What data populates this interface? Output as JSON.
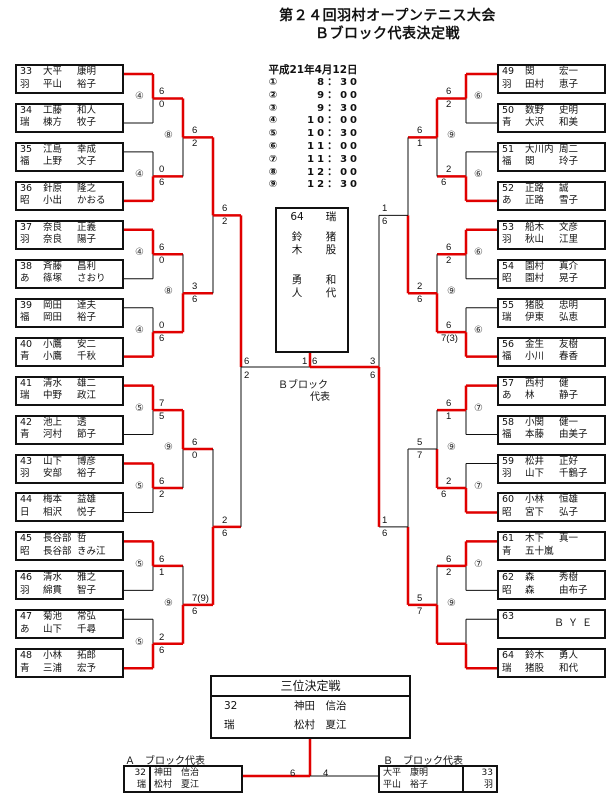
{
  "title": {
    "line1": "第２４回羽村オープンテニス大会",
    "line2": "Ｂブロック代表決定戦"
  },
  "schedule": {
    "date": "平成21年4月12日",
    "rounds": [
      {
        "no": "①",
        "time": "8：30"
      },
      {
        "no": "②",
        "time": "9：00"
      },
      {
        "no": "③",
        "time": "9：30"
      },
      {
        "no": "④",
        "time": "10：00"
      },
      {
        "no": "⑤",
        "time": "10：30"
      },
      {
        "no": "⑥",
        "time": "11：00"
      },
      {
        "no": "⑦",
        "time": "11：30"
      },
      {
        "no": "⑧",
        "time": "12：00"
      },
      {
        "no": "⑨",
        "time": "12：30"
      }
    ]
  },
  "left_players": [
    {
      "seed": "33",
      "club": "羽",
      "p1_last": "大平",
      "p1_first": "康明",
      "p2_last": "平山",
      "p2_first": "裕子"
    },
    {
      "seed": "34",
      "club": "瑞",
      "p1_last": "工藤",
      "p1_first": "和人",
      "p2_last": "棟方",
      "p2_first": "牧子"
    },
    {
      "seed": "35",
      "club": "福",
      "p1_last": "江島",
      "p1_first": "幸成",
      "p2_last": "上野",
      "p2_first": "文子"
    },
    {
      "seed": "36",
      "club": "昭",
      "p1_last": "針原",
      "p1_first": "隆之",
      "p2_last": "小出",
      "p2_first": "かおる"
    },
    {
      "seed": "37",
      "club": "羽",
      "p1_last": "奈良",
      "p1_first": "正義",
      "p2_last": "奈良",
      "p2_first": "陽子"
    },
    {
      "seed": "38",
      "club": "あ",
      "p1_last": "斉藤",
      "p1_first": "昌利",
      "p2_last": "篠塚",
      "p2_first": "さおり"
    },
    {
      "seed": "39",
      "club": "福",
      "p1_last": "岡田",
      "p1_first": "達夫",
      "p2_last": "岡田",
      "p2_first": "裕子"
    },
    {
      "seed": "40",
      "club": "青",
      "p1_last": "小鷹",
      "p1_first": "安二",
      "p2_last": "小鷹",
      "p2_first": "千秋"
    },
    {
      "seed": "41",
      "club": "瑞",
      "p1_last": "清水",
      "p1_first": "雄二",
      "p2_last": "中野",
      "p2_first": "政江"
    },
    {
      "seed": "42",
      "club": "青",
      "p1_last": "池上",
      "p1_first": "透",
      "p2_last": "河村",
      "p2_first": "節子"
    },
    {
      "seed": "43",
      "club": "羽",
      "p1_last": "山下",
      "p1_first": "博彦",
      "p2_last": "安部",
      "p2_first": "裕子"
    },
    {
      "seed": "44",
      "club": "日",
      "p1_last": "梅本",
      "p1_first": "益雄",
      "p2_last": "相沢",
      "p2_first": "悦子"
    },
    {
      "seed": "45",
      "club": "昭",
      "p1_last": "長谷部",
      "p1_first": "哲",
      "p2_last": "長谷部",
      "p2_first": "きみ江"
    },
    {
      "seed": "46",
      "club": "羽",
      "p1_last": "清水",
      "p1_first": "雅之",
      "p2_last": "綿貫",
      "p2_first": "智子"
    },
    {
      "seed": "47",
      "club": "あ",
      "p1_last": "菊池",
      "p1_first": "常弘",
      "p2_last": "山下",
      "p2_first": "千尋"
    },
    {
      "seed": "48",
      "club": "青",
      "p1_last": "小林",
      "p1_first": "拓郎",
      "p2_last": "三浦",
      "p2_first": "宏予"
    }
  ],
  "right_players": [
    {
      "seed": "49",
      "club": "羽",
      "p1_last": "関",
      "p1_first": "宏一",
      "p2_last": "田村",
      "p2_first": "恵子"
    },
    {
      "seed": "50",
      "club": "青",
      "p1_last": "数野",
      "p1_first": "史明",
      "p2_last": "大沢",
      "p2_first": "和美"
    },
    {
      "seed": "51",
      "club": "福",
      "p1_last": "大川内",
      "p1_first": "周二",
      "p2_last": "関",
      "p2_first": "玲子"
    },
    {
      "seed": "52",
      "club": "あ",
      "p1_last": "正路",
      "p1_first": "誠",
      "p2_last": "正路",
      "p2_first": "雪子"
    },
    {
      "seed": "53",
      "club": "羽",
      "p1_last": "船木",
      "p1_first": "文彦",
      "p2_last": "秋山",
      "p2_first": "江里"
    },
    {
      "seed": "54",
      "club": "昭",
      "p1_last": "園村",
      "p1_first": "真介",
      "p2_last": "園村",
      "p2_first": "晃子"
    },
    {
      "seed": "55",
      "club": "瑞",
      "p1_last": "猪股",
      "p1_first": "忠明",
      "p2_last": "伊東",
      "p2_first": "弘恵"
    },
    {
      "seed": "56",
      "club": "福",
      "p1_last": "金生",
      "p1_first": "友樹",
      "p2_last": "小川",
      "p2_first": "春香"
    },
    {
      "seed": "57",
      "club": "あ",
      "p1_last": "西村",
      "p1_first": "健",
      "p2_last": "林",
      "p2_first": "静子"
    },
    {
      "seed": "58",
      "club": "福",
      "p1_last": "小関",
      "p1_first": "健一",
      "p2_last": "本藤",
      "p2_first": "由美子"
    },
    {
      "seed": "59",
      "club": "羽",
      "p1_last": "松井",
      "p1_first": "正好",
      "p2_last": "山下",
      "p2_first": "千鶴子"
    },
    {
      "seed": "60",
      "club": "昭",
      "p1_last": "小林",
      "p1_first": "恒雄",
      "p2_last": "宮下",
      "p2_first": "弘子"
    },
    {
      "seed": "61",
      "club": "青",
      "p1_last": "木下",
      "p1_first": "真一",
      "p2_last": "五十嵐",
      "p2_first": ""
    },
    {
      "seed": "62",
      "club": "昭",
      "p1_last": "森",
      "p1_first": "秀樹",
      "p2_last": "森",
      "p2_first": "由布子"
    },
    {
      "seed": "63",
      "club": "",
      "p1_last": "",
      "p1_first": "",
      "p2_last": "",
      "p2_first": "",
      "bye": "ＢＹＥ"
    },
    {
      "seed": "64",
      "club": "瑞",
      "p1_last": "鈴木",
      "p1_first": "勇人",
      "p2_last": "猪股",
      "p2_first": "和代"
    }
  ],
  "round_markers": {
    "left_r1": [
      "④",
      "④",
      "④",
      "④",
      "⑤",
      "⑤",
      "⑤",
      "⑤"
    ],
    "left_r2": [
      "⑧",
      "⑧",
      "⑨",
      "⑨"
    ],
    "right_r1": [
      "⑥",
      "⑥",
      "⑥",
      "⑥",
      "⑦",
      "⑦",
      "⑦",
      ""
    ],
    "right_r2": [
      "⑨",
      "⑨",
      "⑨",
      "⑨"
    ]
  },
  "scores": {
    "left_r1": [
      [
        "6",
        "0"
      ],
      [
        "0",
        "6"
      ],
      [
        "6",
        "0"
      ],
      [
        "0",
        "6"
      ],
      [
        "7",
        "5"
      ],
      [
        "6",
        "2"
      ],
      [
        "6",
        "1"
      ],
      [
        "2",
        "6"
      ]
    ],
    "left_r2": [
      [
        "6",
        "2"
      ],
      [
        "3",
        "6"
      ],
      [
        "6",
        "0"
      ],
      [
        "7(9)",
        "6"
      ]
    ],
    "left_r3": [
      [
        "6",
        "2"
      ],
      [
        "2",
        "6"
      ]
    ],
    "right_r1": [
      [
        "6",
        "2"
      ],
      [
        "2",
        "6"
      ],
      [
        "6",
        "2"
      ],
      [
        "6",
        "7(3)"
      ],
      [
        "6",
        "1"
      ],
      [
        "2",
        "6"
      ],
      [
        "6",
        "2"
      ],
      [
        "",
        ""
      ]
    ],
    "right_r2": [
      [
        "6",
        "1"
      ],
      [
        "2",
        "6"
      ],
      [
        "5",
        "7"
      ],
      [
        "5",
        "7"
      ]
    ],
    "right_r3": [
      [
        "1",
        "6"
      ],
      [
        "1",
        "6"
      ]
    ],
    "semi_left": [
      "6",
      "2"
    ],
    "semi_right": [
      "3",
      "6"
    ],
    "final": [
      "1",
      "6"
    ]
  },
  "winner": {
    "seed": "64",
    "club": "瑞",
    "p1_last": "鈴木",
    "p1_first": "勇人",
    "p2_last": "猪股",
    "p2_first": "和代"
  },
  "block_label": {
    "line1": "Ｂブロック",
    "line2": "代表"
  },
  "third_place": {
    "title": "三位決定戦",
    "seed": "32",
    "club": "瑞",
    "p1": "神田　信治",
    "p2": "松村　夏江"
  },
  "block_reps": {
    "a_label": "Ａ　ブロック代表",
    "b_label": "Ｂ　ブロック代表",
    "a": {
      "seed": "32",
      "club": "瑞",
      "p1": "神田　信治",
      "p2": "松村　夏江"
    },
    "b": {
      "seed": "33",
      "club": "羽",
      "p1": "大平　康明",
      "p2": "平山　裕子"
    },
    "score_a": "6",
    "score_b": "4"
  },
  "colors": {
    "winner_line": "#e00000",
    "loser_line": "#111111"
  }
}
